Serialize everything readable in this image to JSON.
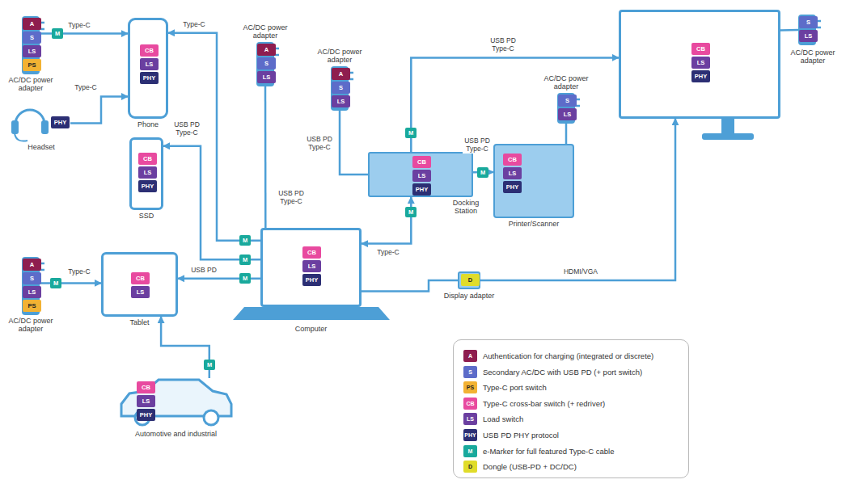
{
  "diagram": {
    "nodes": [
      {
        "text": [
          "AC/DC power adapter"
        ]
      },
      {
        "text": [
          "A"
        ],
        "in": 0
      },
      {
        "text": [
          "S"
        ],
        "in": 0
      },
      {
        "text": [
          "LS"
        ],
        "in": 0
      },
      {
        "text": [
          "PS"
        ],
        "in": 0
      },
      {
        "text": [
          "Phone"
        ]
      },
      {
        "text": [
          "CB"
        ],
        "in": 5
      },
      {
        "text": [
          "LS"
        ],
        "in": 5
      },
      {
        "text": [
          "PHY"
        ],
        "in": 5
      },
      {
        "text": [
          "Headset"
        ]
      },
      {
        "text": [
          "PHY"
        ],
        "in": 9
      },
      {
        "text": [
          "SSD"
        ]
      },
      {
        "text": [
          "CB"
        ],
        "in": 11
      },
      {
        "text": [
          "LS"
        ],
        "in": 11
      },
      {
        "text": [
          "PHY"
        ],
        "in": 11
      },
      {
        "text": [
          "AC/DC power adapter"
        ]
      },
      {
        "text": [
          "A"
        ],
        "in": 15
      },
      {
        "text": [
          "S"
        ],
        "in": 15
      },
      {
        "text": [
          "LS"
        ],
        "in": 15
      },
      {
        "text": [
          "Computer"
        ]
      },
      {
        "text": [
          "CB"
        ],
        "in": 19
      },
      {
        "text": [
          "LS"
        ],
        "in": 19
      },
      {
        "text": [
          "PHY"
        ],
        "in": 19
      },
      {
        "text": [
          "AC/DC power adapter"
        ]
      },
      {
        "text": [
          "A"
        ],
        "in": 23
      },
      {
        "text": [
          "S"
        ],
        "in": 23
      },
      {
        "text": [
          "LS"
        ],
        "in": 23
      },
      {
        "text": [
          "PS"
        ],
        "in": 23
      },
      {
        "text": [
          "Tablet"
        ]
      },
      {
        "text": [
          "CB"
        ],
        "in": 28
      },
      {
        "text": [
          "LS"
        ],
        "in": 28
      },
      {
        "text": [
          "Automotive and industrial"
        ]
      },
      {
        "text": [
          "CB"
        ],
        "in": 31
      },
      {
        "text": [
          "LS"
        ],
        "in": 31
      },
      {
        "text": [
          "PHY"
        ],
        "in": 31
      },
      {
        "text": [
          "AC/DC power adapter"
        ]
      },
      {
        "text": [
          "A"
        ],
        "in": 35
      },
      {
        "text": [
          "S"
        ],
        "in": 35
      },
      {
        "text": [
          "LS"
        ],
        "in": 35
      },
      {
        "text": [
          "Docking Station"
        ]
      },
      {
        "text": [
          "CB"
        ],
        "in": 39
      },
      {
        "text": [
          "LS"
        ],
        "in": 39
      },
      {
        "text": [
          "PHY"
        ],
        "in": 39
      },
      {
        "text": [
          "AC/DC power adapter"
        ]
      },
      {
        "text": [
          "S"
        ],
        "in": 43
      },
      {
        "text": [
          "LS"
        ],
        "in": 43
      },
      {
        "text": [
          "Printer/Scanner"
        ]
      },
      {
        "text": [
          "CB"
        ],
        "in": 46
      },
      {
        "text": [
          "LS"
        ],
        "in": 46
      },
      {
        "text": [
          "PHY"
        ],
        "in": 46
      },
      {
        "text": []
      },
      {
        "text": [
          "CB"
        ],
        "in": 50
      },
      {
        "text": [
          "LS"
        ],
        "in": 50
      },
      {
        "text": [
          "PHY"
        ],
        "in": 50
      },
      {
        "text": [
          "AC/DC power adapter"
        ]
      },
      {
        "text": [
          "S"
        ],
        "in": 54
      },
      {
        "text": [
          "LS"
        ],
        "in": 54
      },
      {
        "text": [
          "Display adapter"
        ]
      },
      {
        "text": [
          "D"
        ],
        "in": 57
      }
    ],
    "edges": [
      {
        "from": 0,
        "to": 5,
        "arrow": "to",
        "label": "Type-C"
      },
      {
        "from": 9,
        "to": 5,
        "arrow": "to",
        "label": "Type-C"
      },
      {
        "from": 19,
        "to": 5,
        "arrow": "to",
        "label": "Type-C"
      },
      {
        "from": 19,
        "to": 11,
        "arrow": "to",
        "label": "USB PD Type-C"
      },
      {
        "from": 15,
        "to": 19,
        "arrow": "none",
        "label": "USB PD Type-C"
      },
      {
        "from": 19,
        "to": 28,
        "arrow": "to",
        "label": "USB PD"
      },
      {
        "from": 23,
        "to": 28,
        "arrow": "to",
        "label": "Type-C"
      },
      {
        "from": 31,
        "to": 28,
        "arrow": "to"
      },
      {
        "from": 39,
        "to": 19,
        "arrow": "both",
        "label": "Type-C"
      },
      {
        "from": 35,
        "to": 39,
        "arrow": "none",
        "label": "USB PD Type-C"
      },
      {
        "from": 39,
        "to": 50,
        "arrow": "to",
        "label": "USB PD Type-C"
      },
      {
        "from": 39,
        "to": 46,
        "arrow": "to",
        "label": "USB PD Type-C"
      },
      {
        "from": 43,
        "to": 46,
        "arrow": "none"
      },
      {
        "from": 54,
        "to": 50,
        "arrow": "none"
      },
      {
        "from": 19,
        "to": 57,
        "arrow": "none"
      },
      {
        "from": 57,
        "to": 50,
        "arrow": "to",
        "label": "HDMI/VGA"
      }
    ],
    "labels": [
      "M",
      "M",
      "M",
      "M",
      "M",
      "M",
      "M",
      "M",
      "M",
      "A",
      "S",
      "PS",
      "CB",
      "LS",
      "PHY",
      "M",
      "D"
    ],
    "legend": [
      {
        "text": "Authentication for charging (integrated or discrete)",
        "color": "#8e1d4f"
      },
      {
        "text": "Secondary AC/DC with USB PD (+ port switch)",
        "color": "#5d6cc9"
      },
      {
        "text": "Type-C port switch",
        "color": "#f2b233"
      },
      {
        "text": "Type-C cross-bar switch (+ redriver)",
        "color": "#e84a9f"
      },
      {
        "text": "Load switch",
        "color": "#6b3fa0"
      },
      {
        "text": "USB PD PHY protocol",
        "color": "#2c2f74"
      },
      {
        "text": "e-Marker for full featured Type-C cable",
        "color": "#19a99c"
      },
      {
        "text": "Dongle (USB-PD + DC/DC)",
        "color": "#e0dc2a"
      }
    ]
  }
}
